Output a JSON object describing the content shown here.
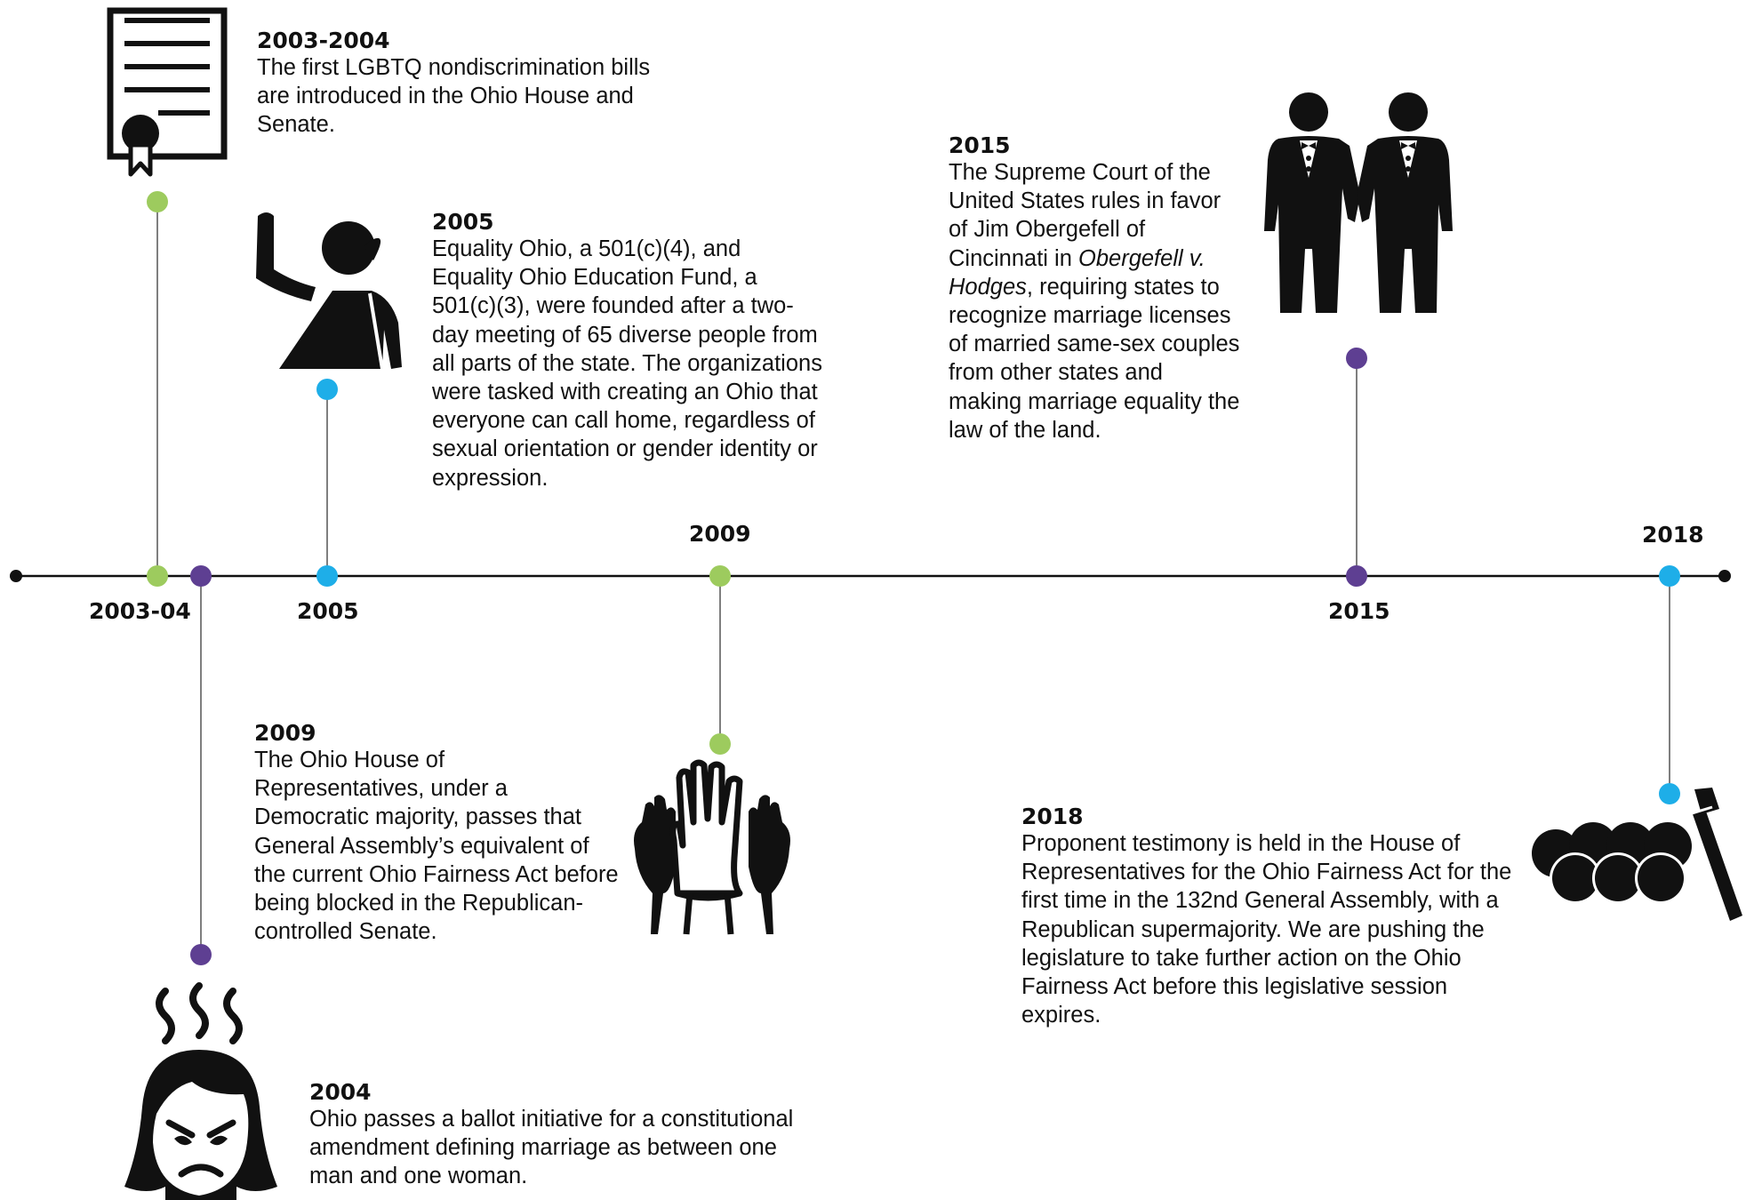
{
  "colors": {
    "green": "#9dcb5e",
    "blue": "#1eaee8",
    "purple": "#5e3f92",
    "line": "#111111",
    "connector": "#555555"
  },
  "axis": {
    "labels": {
      "l2003_04": "2003-04",
      "l2005": "2005",
      "l2009": "2009",
      "l2015": "2015",
      "l2018": "2018"
    }
  },
  "events": {
    "e2003": {
      "year": "2003-2004",
      "text": "The first LGBTQ nondiscrimination bills are introduced in the Ohio House and Senate.",
      "icon": "certificate-icon",
      "color": "green"
    },
    "e2005": {
      "year": "2005",
      "text": "Equality Ohio, a 501(c)(4), and Equality Ohio Education Fund, a 501(c)(3), were founded after a two-day meeting of 65 diverse people from all parts of the state. The organizations were tasked with creating an Ohio that everyone can call home, regardless of sexual orientation or gender identity or expression.",
      "icon": "raised-hand-person-icon",
      "color": "blue"
    },
    "e2015": {
      "year": "2015",
      "text_before": "The Supreme Court of the United States rules in favor of Jim Obergefell of Cincinnati in ",
      "text_italic": "Obergefell v. Hodges",
      "text_after": ", requiring states to recognize marriage licenses of married same-sex couples from other states and making marriage equality the law of the land.",
      "icon": "grooms-holding-hands-icon",
      "color": "purple"
    },
    "e2009": {
      "year": "2009",
      "text": "The Ohio House of Representatives, under a Democratic majority, passes that General Assembly’s equivalent of the current Ohio Fairness Act before being blocked in the Republican-controlled Senate.",
      "icon": "raised-hands-icon",
      "color": "green"
    },
    "e2018": {
      "year": "2018",
      "text": "Proponent testimony is held in the House of Representatives for the Ohio Fairness Act for the first time in the 132nd General Assembly, with a Republican supermajority. We are pushing the legislature to take further action on the Ohio Fairness Act before this legislative session expires.",
      "icon": "gavel-on-seats-icon",
      "color": "blue"
    },
    "e2004": {
      "year": "2004",
      "text": "Ohio passes a ballot initiative for a constitutional amendment defining marriage as between one man and one woman.",
      "icon": "angry-face-icon",
      "color": "purple"
    }
  }
}
